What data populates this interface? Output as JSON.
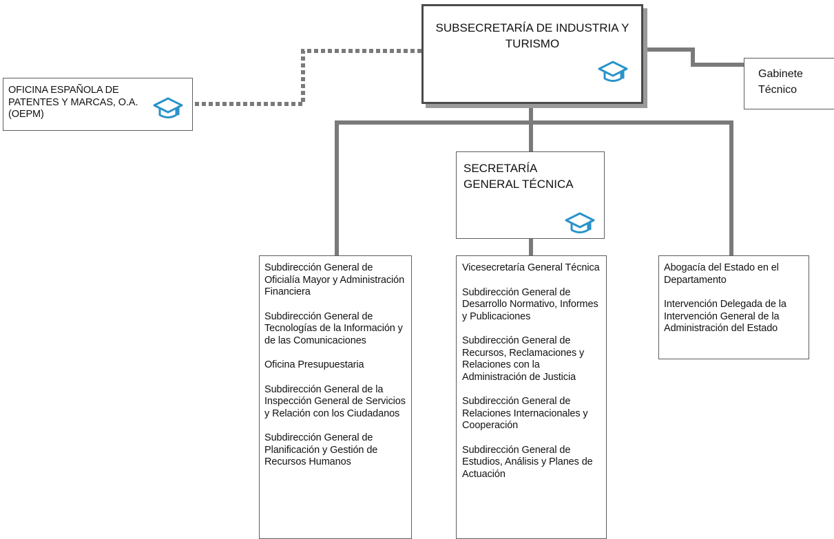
{
  "icon_color": "#2a93c9",
  "line_color": "#7a7a7a",
  "subsecretaria": {
    "title": "SUBSECRETARÍA DE INDUSTRIA Y TURISMO",
    "icon": "graduation-cap-icon"
  },
  "oepm": {
    "title": "OFICINA ESPAÑOLA DE PATENTES Y MARCAS, O.A. (OEPM)",
    "icon": "graduation-cap-icon"
  },
  "gabinete": {
    "title": "Gabinete Técnico"
  },
  "sgt": {
    "title": "SECRETARÍA GENERAL TÉCNICA",
    "icon": "graduation-cap-icon"
  },
  "col1": {
    "items": [
      "Subdirección General de Oficialía Mayor y Administración Financiera",
      "Subdirección General de Tecnologías de la Información y de las Comunicaciones",
      "Oficina Presupuestaria",
      "Subdirección General de la Inspección General de Servicios y Relación con los Ciudadanos",
      "Subdirección General de Planificación y Gestión de Recursos Humanos"
    ]
  },
  "col2": {
    "items": [
      "Vicesecretaría General Técnica",
      "Subdirección General de Desarrollo Normativo, Informes y Publicaciones",
      "Subdirección General de Recursos, Reclamaciones y Relaciones con la Administración de Justicia",
      "Subdirección General de Relaciones Internacionales y Cooperación",
      "Subdirección General de Estudios, Análisis y Planes de Actuación"
    ]
  },
  "col3": {
    "items": [
      "Abogacía del Estado en el Departamento",
      "Intervención Delegada de la Intervención General de la Administración del Estado"
    ]
  }
}
